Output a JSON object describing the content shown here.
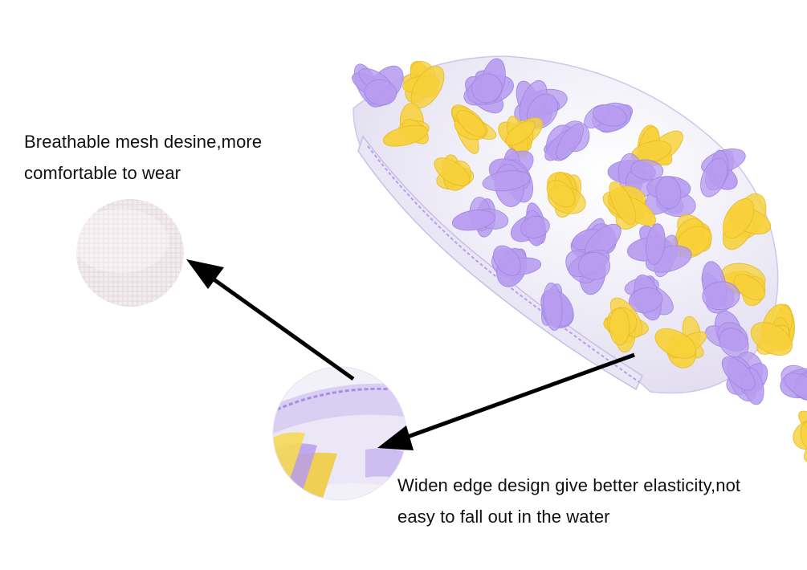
{
  "captions": {
    "mesh": {
      "line1": "Breathable mesh desine,more",
      "line2": "comfortable to wear"
    },
    "edge": {
      "line1": "Widen edge design give better elasticity,not",
      "line2": "easy to fall out in the water"
    }
  },
  "colors": {
    "lilac": "#b79cf0",
    "yellow": "#f7d13a",
    "arrow": "#000000",
    "background": "#ffffff"
  }
}
